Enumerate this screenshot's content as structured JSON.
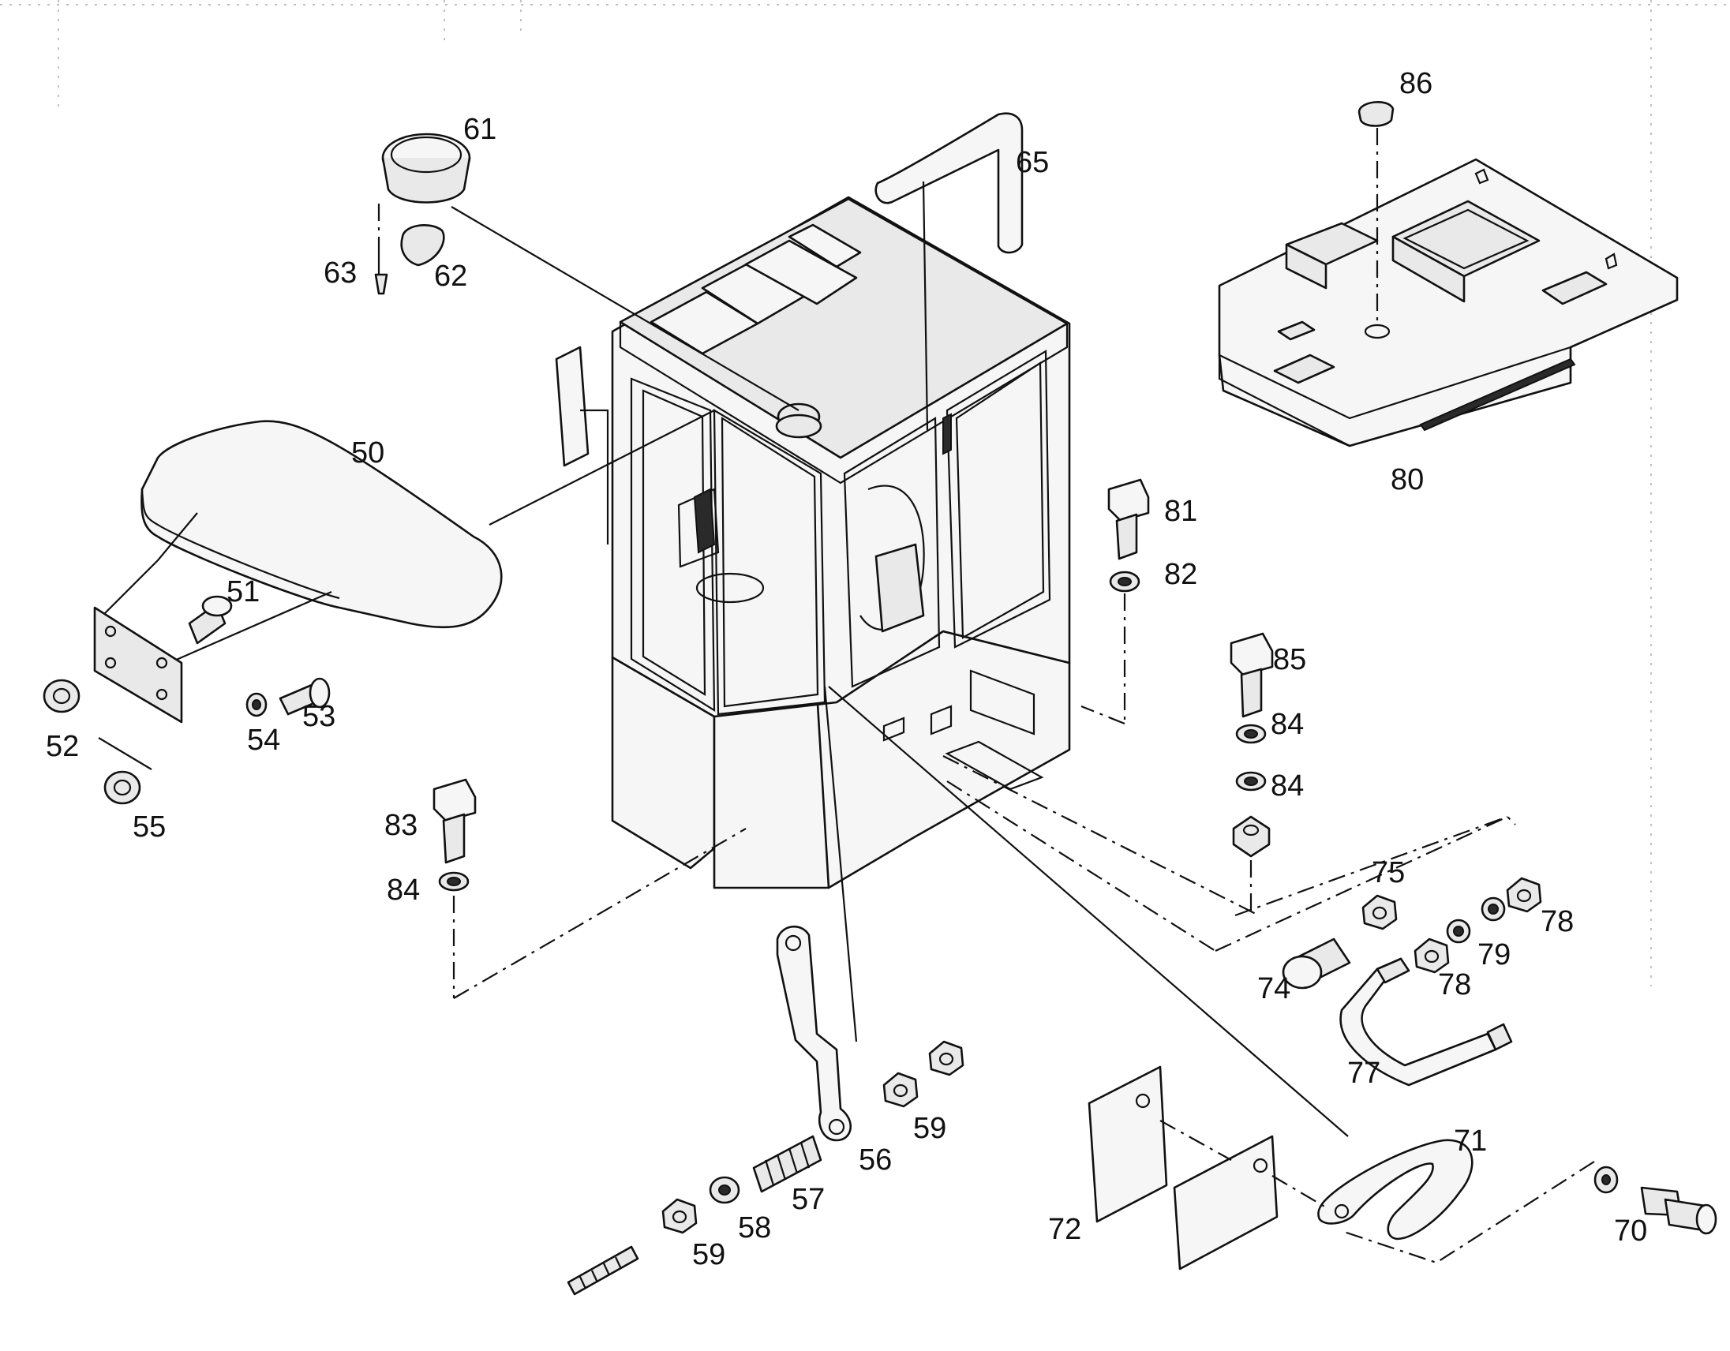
{
  "diagram": {
    "callouts": [
      "50",
      "51",
      "52",
      "53",
      "54",
      "55",
      "56",
      "57",
      "58",
      "59",
      "59",
      "61",
      "62",
      "63",
      "65",
      "70",
      "71",
      "72",
      "74",
      "75",
      "77",
      "78",
      "78",
      "79",
      "80",
      "81",
      "82",
      "83",
      "84",
      "84",
      "84",
      "85",
      "86"
    ]
  }
}
